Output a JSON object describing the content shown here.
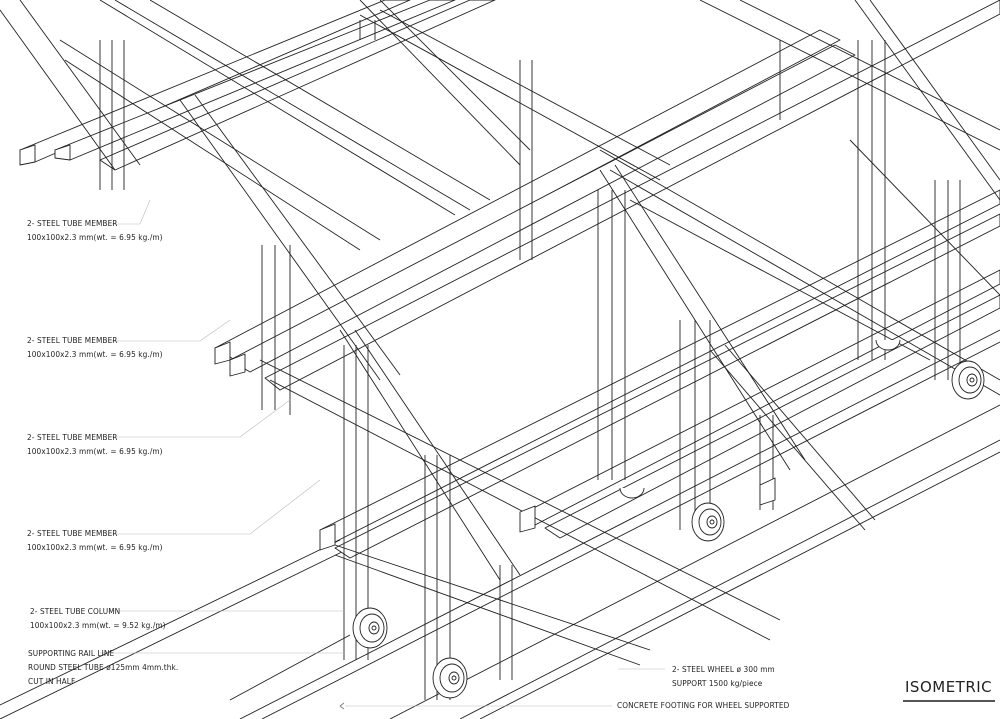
{
  "drawing": {
    "view_title": "ISOMETRIC",
    "line_color": "#222222",
    "background": "#ffffff"
  },
  "annotations": [
    {
      "id": "member-1",
      "line1": "2- STEEL TUBE MEMBER",
      "line2": "100x100x2.3 mm(wt. = 6.95 kg./m)"
    },
    {
      "id": "member-2",
      "line1": "2- STEEL TUBE MEMBER",
      "line2": "100x100x2.3 mm(wt. = 6.95 kg./m)"
    },
    {
      "id": "member-3",
      "line1": "2- STEEL TUBE MEMBER",
      "line2": "100x100x2.3 mm(wt. = 6.95 kg./m)"
    },
    {
      "id": "member-4",
      "line1": "2- STEEL TUBE MEMBER",
      "line2": "100x100x2.3 mm(wt. = 6.95 kg./m)"
    },
    {
      "id": "column",
      "line1": "2- STEEL TUBE COLUMN",
      "line2": "100x100x2.3 mm(wt. = 9.52 kg./m)"
    },
    {
      "id": "rail",
      "line1": "SUPPORTING RAIL LINE",
      "line2": "ROUND STEEL TUBE ø125mm 4mm.thk.",
      "line3": "CUT IN HALF"
    },
    {
      "id": "wheel",
      "line1": "2- STEEL WHEEL ø 300 mm",
      "line2": "SUPPORT 1500 kg/piece"
    },
    {
      "id": "footing",
      "line1": "CONCRETE FOOTING FOR WHEEL SUPPORTED"
    }
  ]
}
